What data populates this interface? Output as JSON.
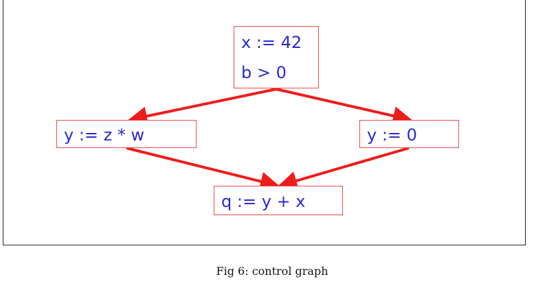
{
  "diagram": {
    "nodes": {
      "entry": {
        "lines": [
          "x := 42",
          "b > 0"
        ]
      },
      "left": {
        "lines": [
          "y := z * w"
        ]
      },
      "right": {
        "lines": [
          "y := 0"
        ]
      },
      "merge": {
        "lines": [
          "q := y + x"
        ]
      }
    },
    "edges": [
      {
        "from": "entry",
        "to": "left"
      },
      {
        "from": "entry",
        "to": "right"
      },
      {
        "from": "left",
        "to": "merge"
      },
      {
        "from": "right",
        "to": "merge"
      }
    ],
    "colors": {
      "edge": "#ee1c1c",
      "node_border": "#ef4b4b",
      "node_text": "#2a2ad0"
    }
  },
  "caption": "Fig 6: control graph"
}
